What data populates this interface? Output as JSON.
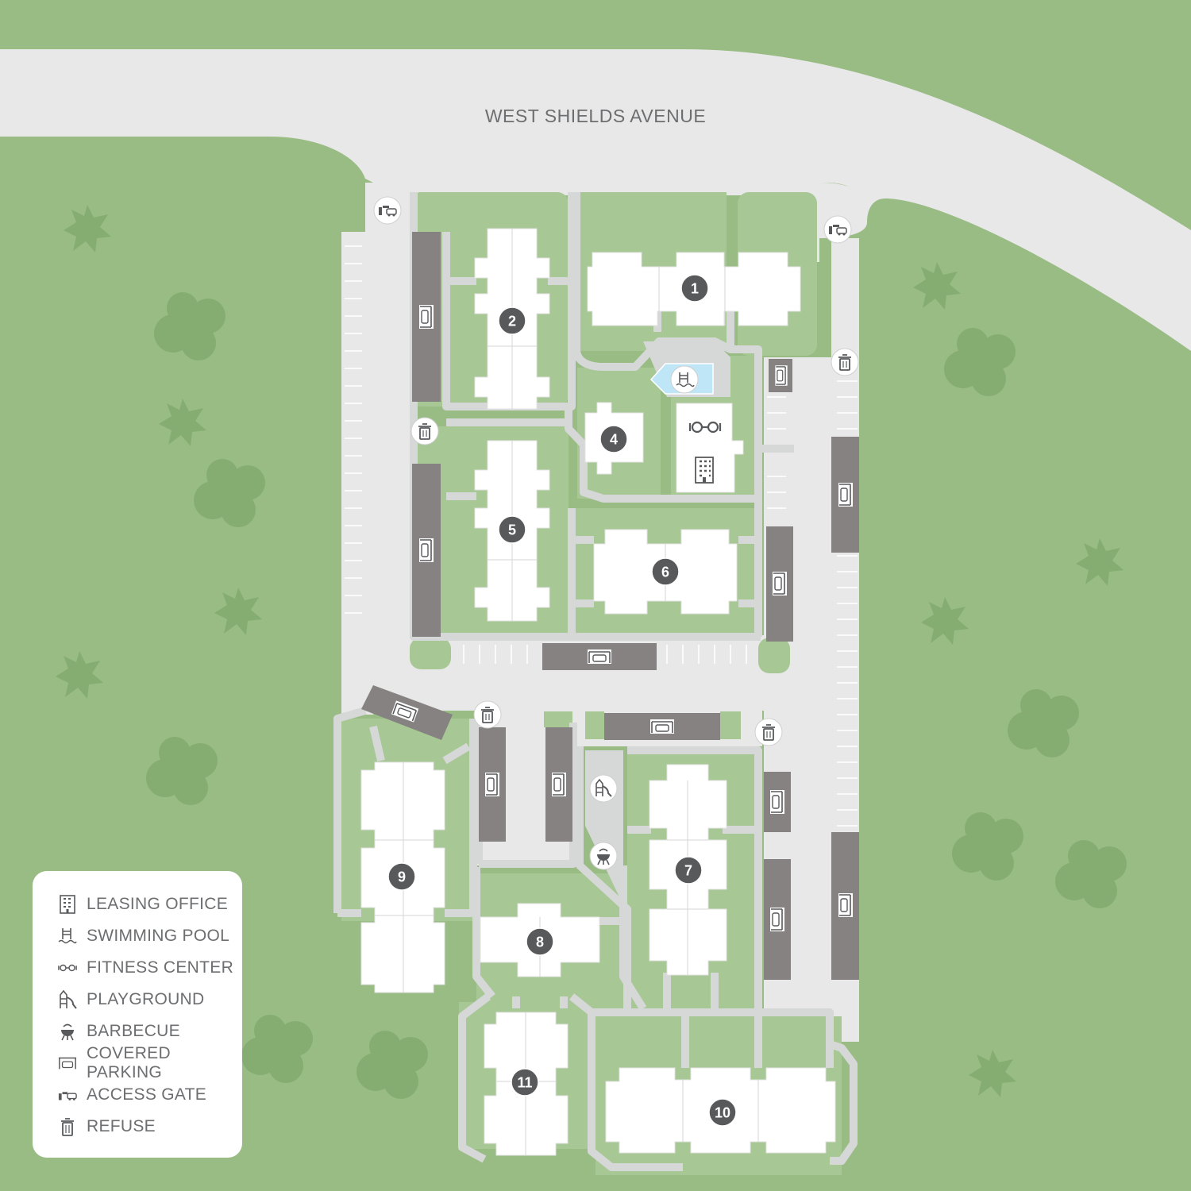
{
  "map": {
    "street_name": "WEST SHIELDS AVENUE",
    "colors": {
      "grass": "#99bc84",
      "lawn": "#a7c795",
      "road": "#e8e8e8",
      "path": "#d6d7d7",
      "building": "#ffffff",
      "carport": "#858281",
      "marker": "#58595b",
      "pool": "#bfe6f7",
      "tree": "#85ad72"
    },
    "buildings": [
      {
        "number": "1"
      },
      {
        "number": "2"
      },
      {
        "number": "4"
      },
      {
        "number": "5"
      },
      {
        "number": "6"
      },
      {
        "number": "7"
      },
      {
        "number": "8"
      },
      {
        "number": "9"
      },
      {
        "number": "10"
      },
      {
        "number": "11"
      }
    ],
    "amenities": [
      "swimming-pool-icon",
      "fitness-center-icon",
      "leasing-office-icon",
      "playground-icon",
      "barbecue-icon"
    ]
  },
  "legend": {
    "items": [
      {
        "label": "LEASING OFFICE",
        "icon": "leasing-office-icon"
      },
      {
        "label": "SWIMMING POOL",
        "icon": "swimming-pool-icon"
      },
      {
        "label": "FITNESS CENTER",
        "icon": "fitness-center-icon"
      },
      {
        "label": "PLAYGROUND",
        "icon": "playground-icon"
      },
      {
        "label": "BARBECUE",
        "icon": "barbecue-icon"
      },
      {
        "label": "COVERED PARKING",
        "icon": "covered-parking-icon"
      },
      {
        "label": "ACCESS GATE",
        "icon": "access-gate-icon"
      },
      {
        "label": "REFUSE",
        "icon": "refuse-icon"
      }
    ]
  }
}
